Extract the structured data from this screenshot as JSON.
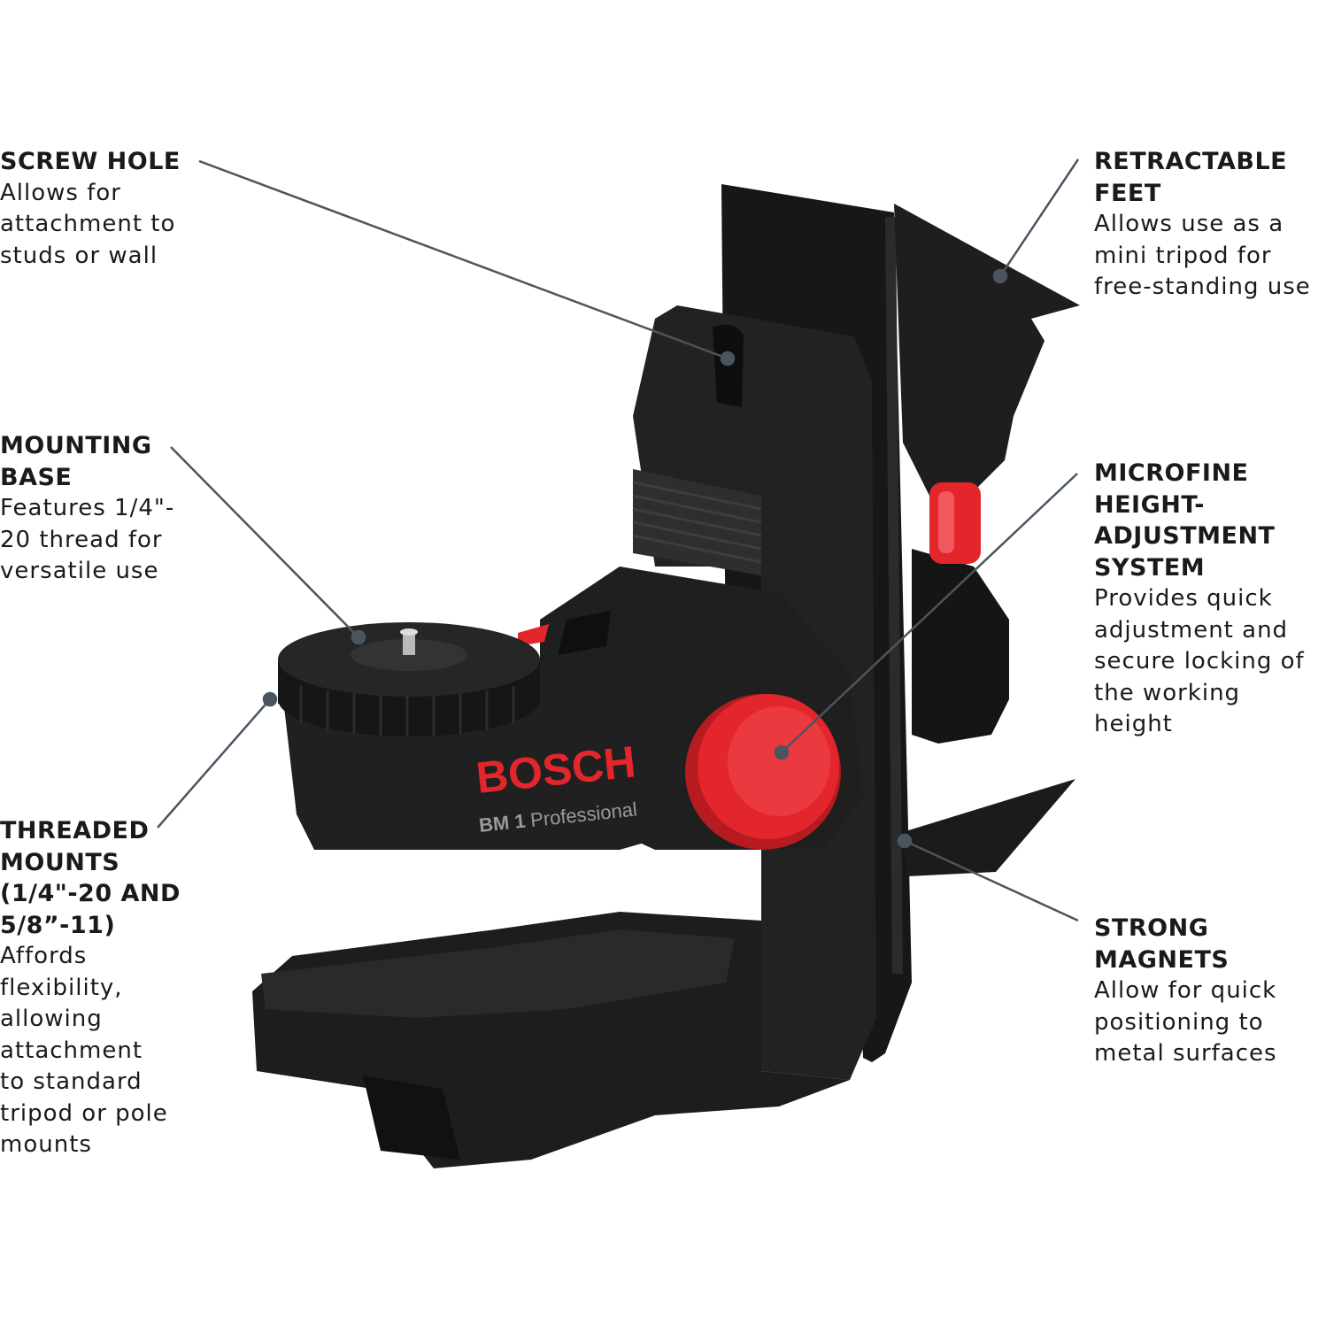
{
  "brand": {
    "logo": "BOSCH",
    "model": "BM 1",
    "model_suffix": "Professional",
    "accent_color": "#e3262c",
    "body_color": "#1c1c1c"
  },
  "callouts": {
    "screw_hole": {
      "title": "SCREW HOLE",
      "desc": "Allows for\nattachment to\nstuds or wall"
    },
    "mounting_base": {
      "title": "MOUNTING\nBASE",
      "desc": "Features 1/4\"-\n20 thread for\nversatile use"
    },
    "threaded_mounts": {
      "title": "THREADED\nMOUNTS\n(1/4\"-20 AND\n5/8”-11)",
      "desc": "Affords\nflexibility,\nallowing\nattachment\nto standard\ntripod or pole\nmounts"
    },
    "retractable_feet": {
      "title": "RETRACTABLE\nFEET",
      "desc": "Allows use as a\nmini tripod for\nfree-standing use"
    },
    "microfine": {
      "title": "MICROFINE\nHEIGHT-\nADJUSTMENT\nSYSTEM",
      "desc": "Provides quick\nadjustment and\nsecure locking of\nthe working height"
    },
    "strong_magnets": {
      "title": "STRONG\nMAGNETS",
      "desc": "Allow for quick\npositioning to\nmetal surfaces"
    }
  }
}
